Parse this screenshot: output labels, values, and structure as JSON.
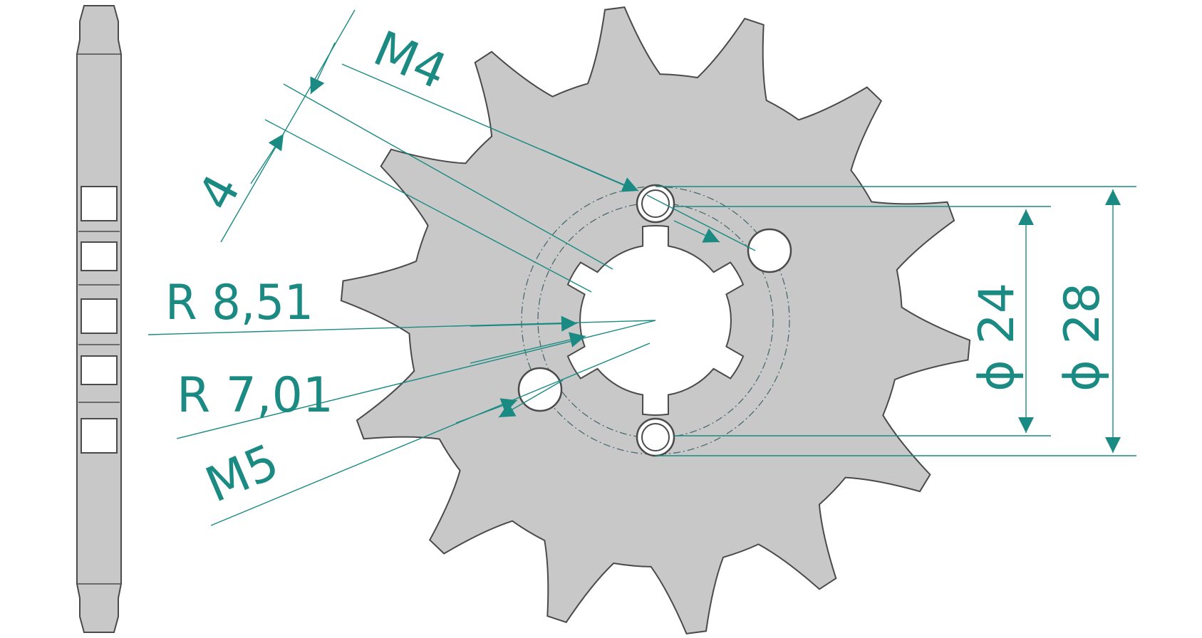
{
  "colors": {
    "part_fill": "#c8c8c8",
    "part_stroke": "#4a4a4a",
    "dimension": "#1a8a82",
    "background": "#ffffff"
  },
  "sprocket": {
    "teeth": 14
  },
  "labels": {
    "m4": "M4",
    "thickness": "4",
    "r_outer": "R  8,51",
    "r_inner": "R  7,01",
    "m5": "M5",
    "dia24": "ϕ 24",
    "dia28": "ϕ 28"
  }
}
